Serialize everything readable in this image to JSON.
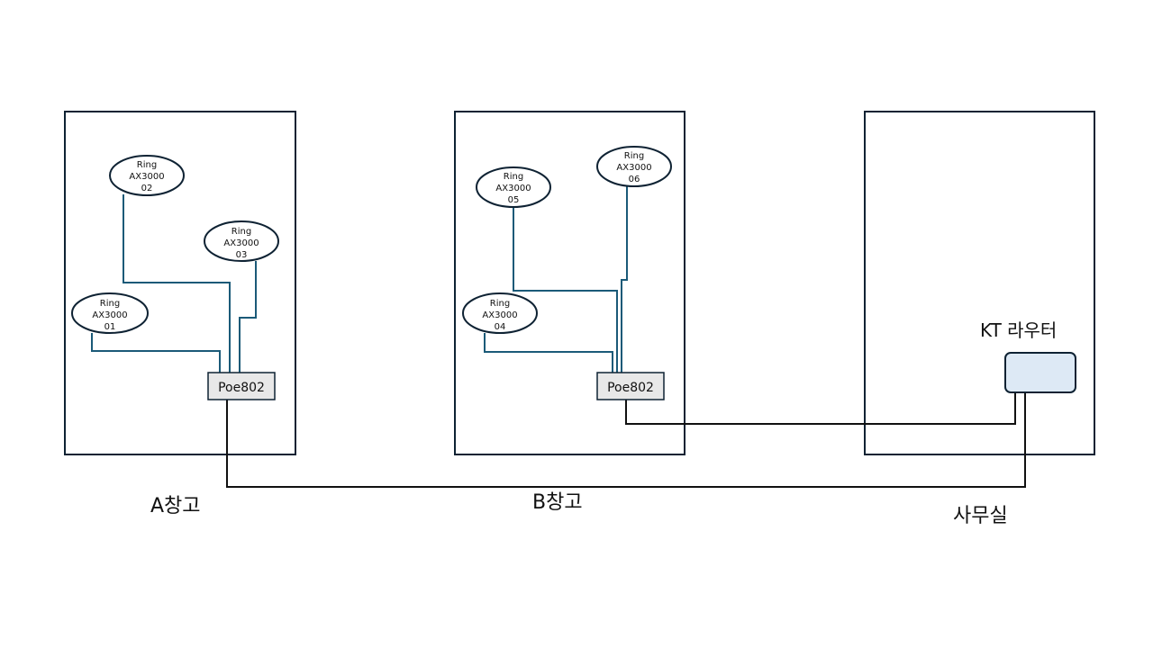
{
  "rooms": {
    "a": {
      "label": "A창고"
    },
    "b": {
      "label": "B창고"
    },
    "office": {
      "label": "사무실"
    }
  },
  "switches": {
    "a": {
      "label": "Poe802"
    },
    "b": {
      "label": "Poe802"
    }
  },
  "router": {
    "label": "KT 라우터"
  },
  "access_points": [
    {
      "id": "01",
      "lines": [
        "Ring",
        "AX3000",
        "01"
      ]
    },
    {
      "id": "02",
      "lines": [
        "Ring",
        "AX3000",
        "02"
      ]
    },
    {
      "id": "03",
      "lines": [
        "Ring",
        "AX3000",
        "03"
      ]
    },
    {
      "id": "04",
      "lines": [
        "Ring",
        "AX3000",
        "04"
      ]
    },
    {
      "id": "05",
      "lines": [
        "Ring",
        "AX3000",
        "05"
      ]
    },
    {
      "id": "06",
      "lines": [
        "Ring",
        "AX3000",
        "06"
      ]
    }
  ],
  "colors": {
    "ap_link": "#1b5a78",
    "uplink": "#111111",
    "router_fill": "#dde9f5",
    "switch_fill": "#e8e8e8"
  }
}
